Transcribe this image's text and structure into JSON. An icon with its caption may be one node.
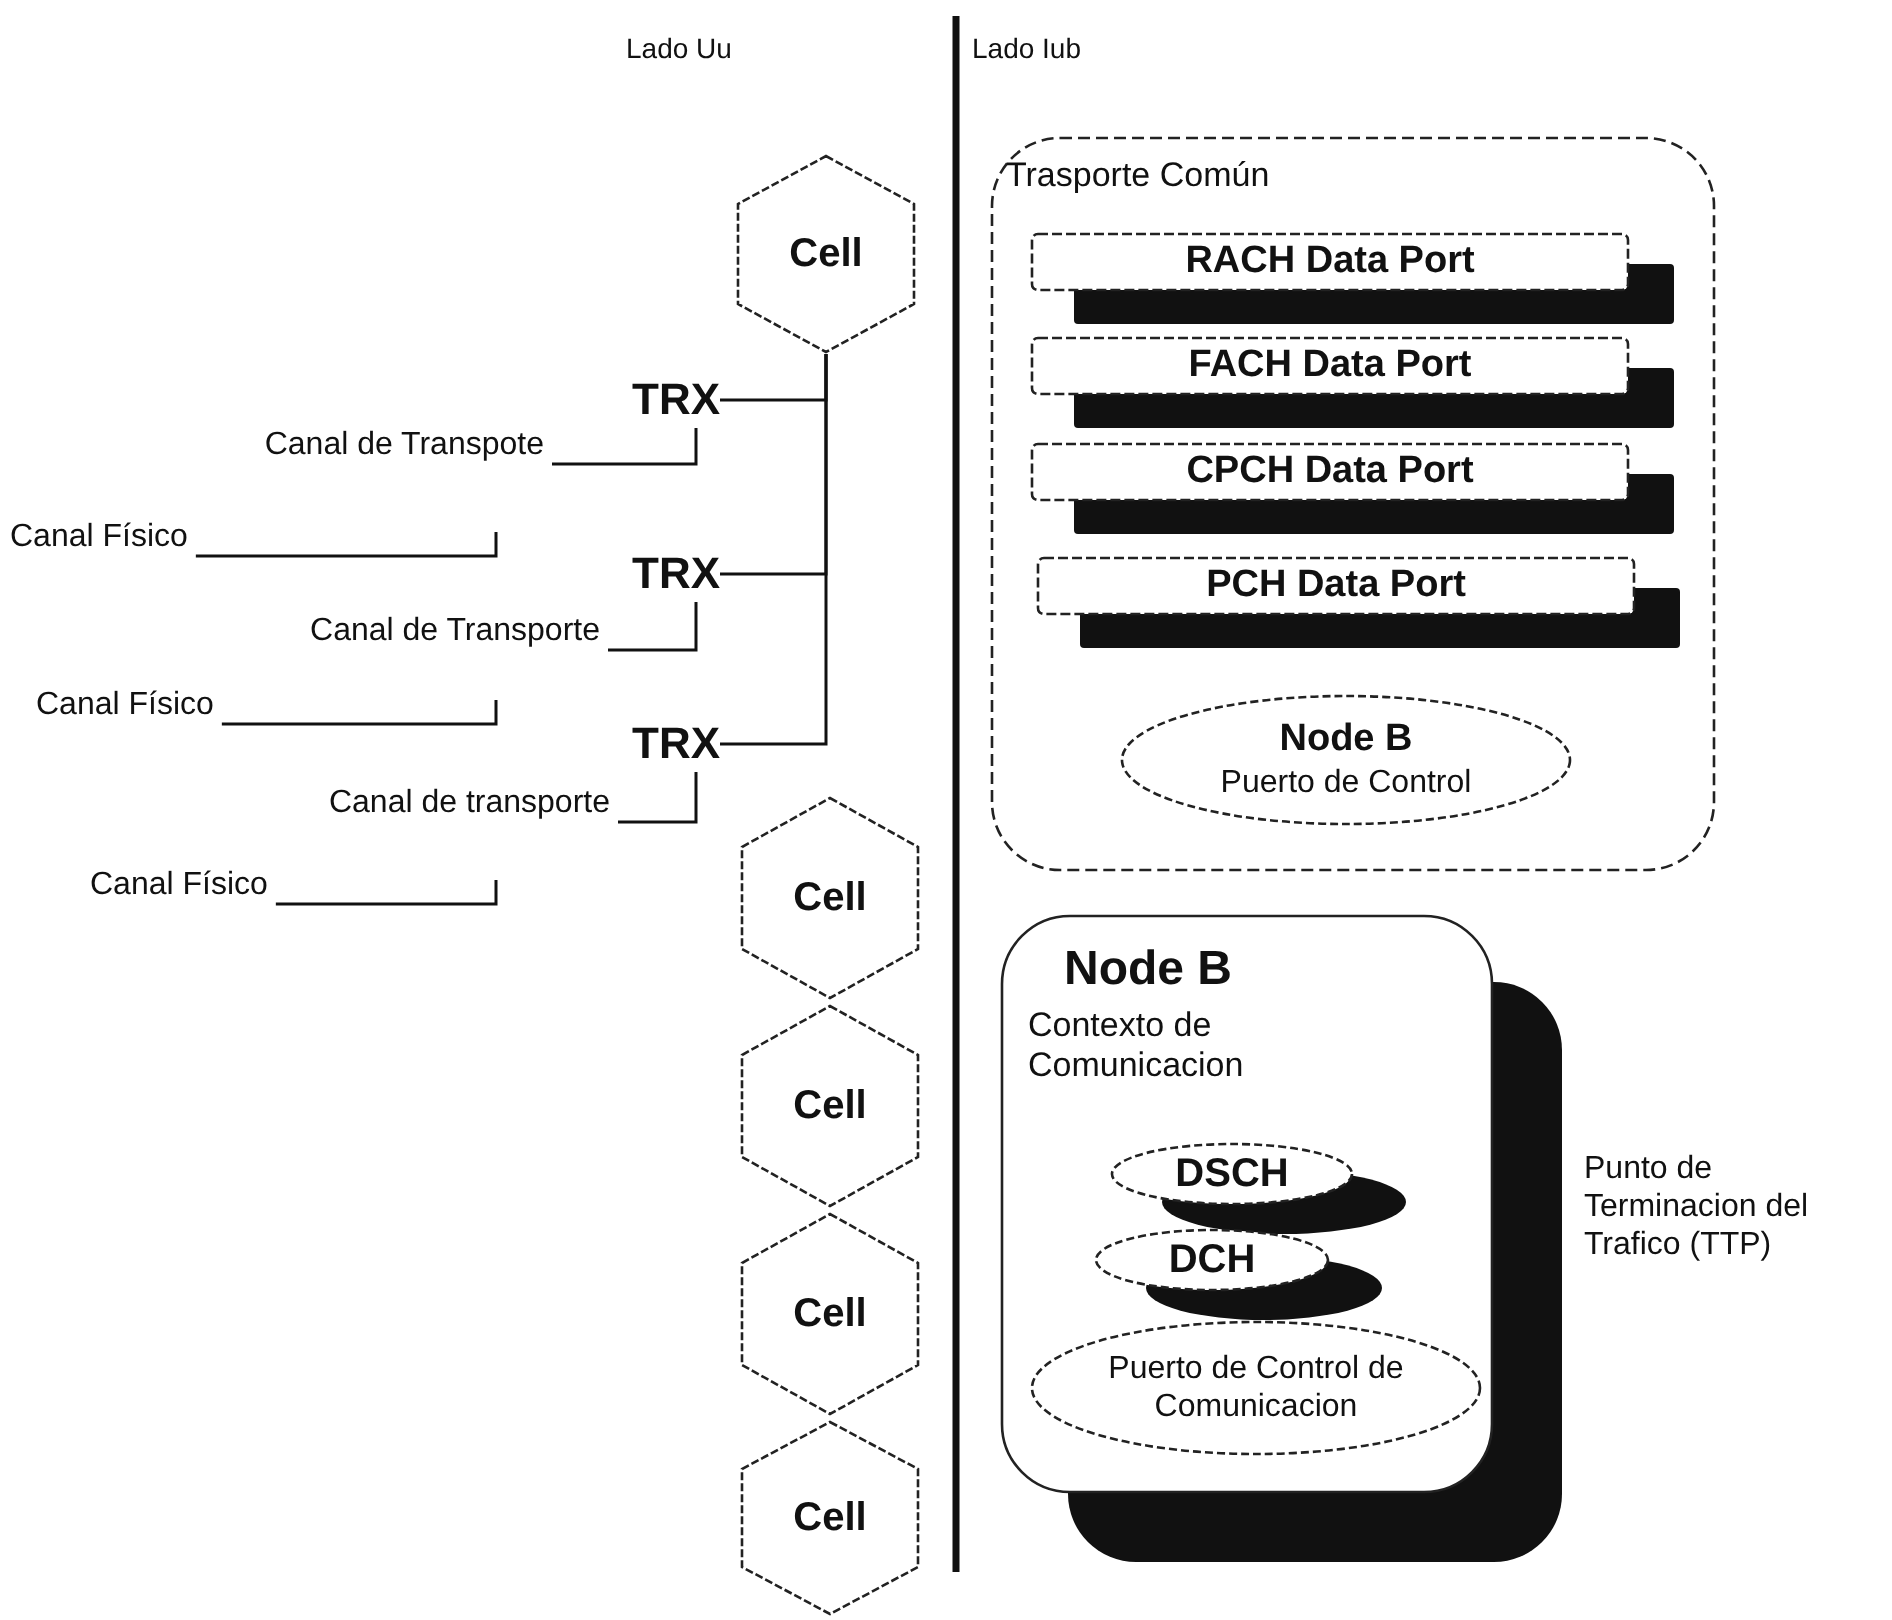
{
  "diagram": {
    "nodes": [
      {
        "text": [
          "Cell"
        ]
      },
      {
        "text": [
          "TRX"
        ]
      },
      {
        "text": [
          "TRX"
        ]
      },
      {
        "text": [
          "TRX"
        ]
      },
      {
        "text": [
          "Canal de Transpote"
        ]
      },
      {
        "text": [
          "Canal Físico"
        ]
      },
      {
        "text": [
          "Canal de Transporte"
        ]
      },
      {
        "text": [
          "Canal Físico"
        ]
      },
      {
        "text": [
          "Canal de transporte"
        ]
      },
      {
        "text": [
          "Canal Físico"
        ]
      },
      {
        "text": [
          "Cell"
        ]
      },
      {
        "text": [
          "Cell"
        ]
      },
      {
        "text": [
          "Cell"
        ]
      },
      {
        "text": [
          "Cell"
        ]
      },
      {
        "text": [
          "Trasporte Común"
        ]
      },
      {
        "text": [
          "RACH Data Port"
        ],
        "in": 14
      },
      {
        "text": [
          "FACH Data Port"
        ],
        "in": 14
      },
      {
        "text": [
          "CPCH Data Port"
        ],
        "in": 14
      },
      {
        "text": [
          "PCH Data Port"
        ],
        "in": 14
      },
      {
        "text": [
          "Node B",
          "Puerto de Control"
        ],
        "in": 14
      },
      {
        "text": [
          "Node B",
          "Contexto de Comunicacion"
        ],
        "beside": [
          "Punto de Terminacion del Trafico (TTP)"
        ]
      },
      {
        "text": [
          "DSCH"
        ],
        "in": 20
      },
      {
        "text": [
          "DCH"
        ],
        "in": 20
      },
      {
        "text": [
          "Puerto de Control de Comunicacion"
        ],
        "in": 20
      }
    ],
    "edges": [
      {
        "from": 0,
        "to": 1,
        "arrow": "none"
      },
      {
        "from": 0,
        "to": 2,
        "arrow": "none"
      },
      {
        "from": 0,
        "to": 3,
        "arrow": "none"
      },
      {
        "from": 1,
        "to": 4,
        "arrow": "none"
      },
      {
        "from": 2,
        "to": 6,
        "arrow": "none"
      },
      {
        "from": 3,
        "to": 8,
        "arrow": "none"
      },
      {
        "from": 5,
        "to": null,
        "arrow": "none"
      },
      {
        "from": 7,
        "to": null,
        "arrow": "none"
      },
      {
        "from": 9,
        "to": null,
        "arrow": "none"
      }
    ],
    "labels": [
      "Lado Uu",
      "Lado Iub"
    ]
  }
}
